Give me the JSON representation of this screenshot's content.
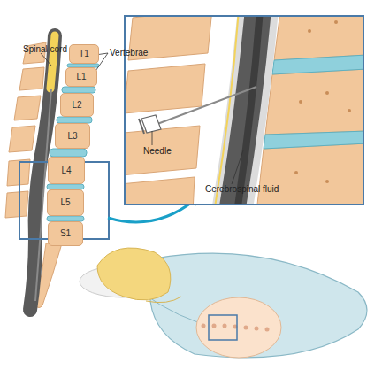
{
  "diagram": {
    "nodes": [
      {
        "text": [
          "T1"
        ]
      },
      {
        "text": [
          "L1"
        ]
      },
      {
        "text": [
          "L2"
        ]
      },
      {
        "text": [
          "L3"
        ]
      },
      {
        "text": [
          "L4"
        ]
      },
      {
        "text": [
          "L5"
        ]
      },
      {
        "text": [
          "S1"
        ]
      }
    ],
    "labels": [
      "Spinal cord",
      "Vertebrae",
      "Needle",
      "Cerebrospinal fluid"
    ]
  }
}
